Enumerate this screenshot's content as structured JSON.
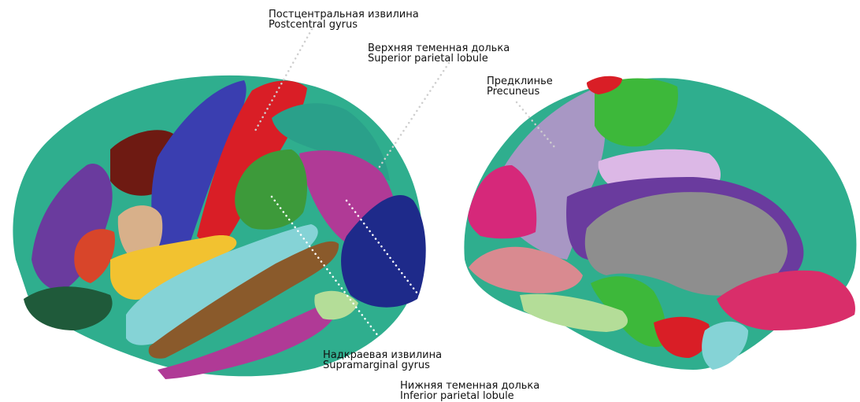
{
  "labels": {
    "postcentral": {
      "ru": "Постцентральная извилина",
      "en": "Postcentral gyrus"
    },
    "superior_parietal": {
      "ru": "Верхняя теменная долька",
      "en": "Superior parietal lobule"
    },
    "precuneus": {
      "ru": "Предклинье",
      "en": "Precuneus"
    },
    "supramarginal": {
      "ru": "Надкраевая извилина",
      "en": "Supramarginal gyrus"
    },
    "inferior_parietal": {
      "ru": "Нижняя теменная долька",
      "en": "Inferior parietal lobule"
    }
  },
  "colors": {
    "teal": "#2fae8e",
    "red": "#d91e26",
    "blue": "#3a3eb0",
    "purple": "#6a3b9e",
    "green": "#3d9a3a",
    "magenta": "#b03a96",
    "cyan": "#85d3d6",
    "brown": "#8a5a2b",
    "gold": "#f2c230",
    "navy": "#1e2a8a",
    "dark_red": "#6e1a12",
    "tan": "#d8b08a",
    "orange_red": "#d8452a",
    "lavender": "#a897c4",
    "pink": "#d98a90",
    "crimson": "#d92e6a",
    "gray": "#8e8e8e",
    "light_green": "#b4dd98",
    "light_purple": "#dcb8e6"
  }
}
